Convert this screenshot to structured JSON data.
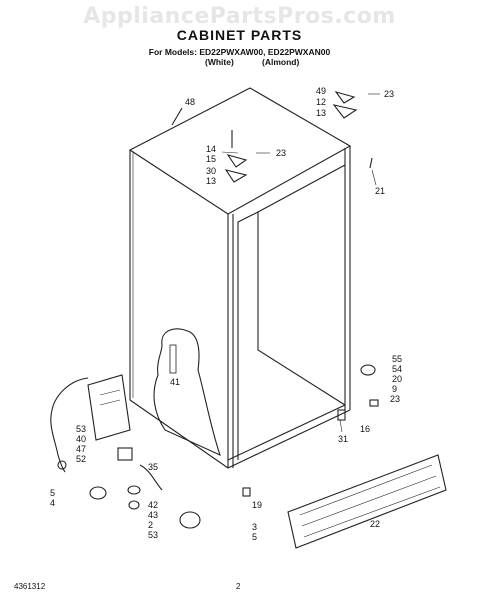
{
  "watermark": "AppliancePartsPros.com",
  "title": "CABINET PARTS",
  "models_line": "For Models: ED22PWXAW00, ED22PWXAN00",
  "color_white": "(White)",
  "color_almond": "(Almond)",
  "doc_number": "4361312",
  "page_number": "2",
  "callouts": [
    "48",
    "14",
    "15",
    "30",
    "13",
    "23",
    "49",
    "12",
    "13",
    "23",
    "21",
    "41",
    "55",
    "54",
    "20",
    "9",
    "23",
    "16",
    "31",
    "53",
    "40",
    "47",
    "52",
    "35",
    "5",
    "4",
    "42",
    "43",
    "2",
    "53",
    "19",
    "3",
    "5",
    "22"
  ]
}
